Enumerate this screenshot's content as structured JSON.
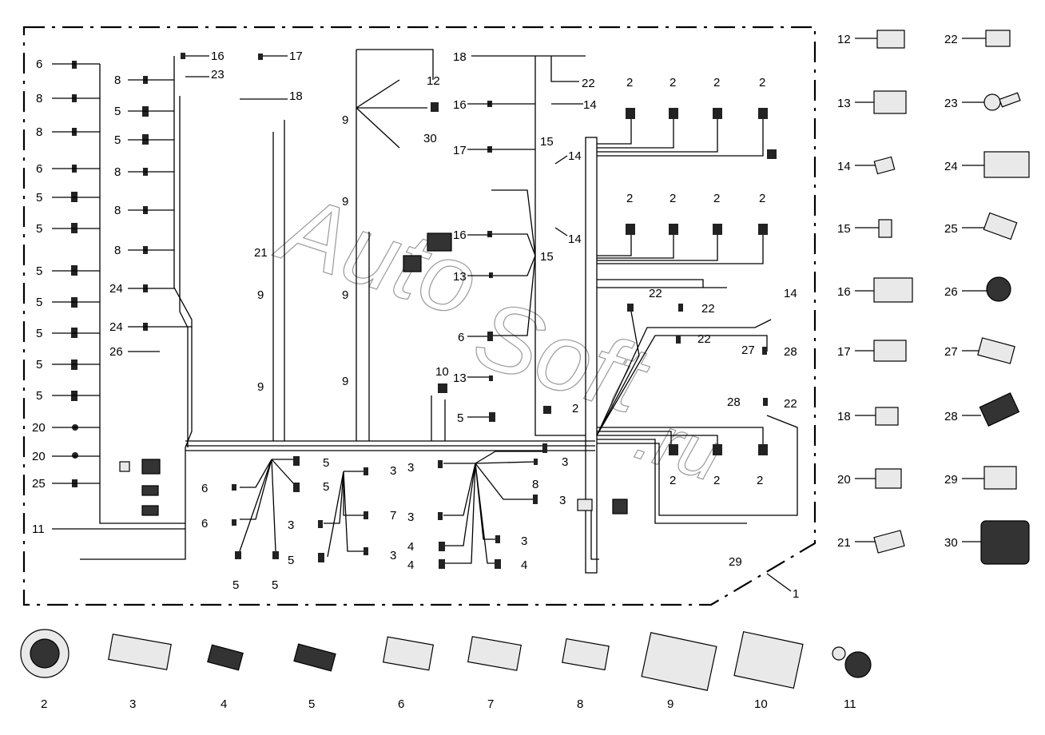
{
  "watermark": {
    "part1": "Auto",
    "part2": "Soft",
    "part3": ".ru"
  },
  "assembly_label": "1",
  "callouts": {
    "left_column": [
      "6",
      "8",
      "8",
      "6",
      "5",
      "5",
      "5",
      "5",
      "5",
      "5",
      "5",
      "20",
      "20",
      "25",
      "11"
    ],
    "inner_left": [
      "8",
      "5",
      "5",
      "8",
      "8",
      "8",
      "24",
      "24",
      "26"
    ],
    "top": [
      "16",
      "23",
      "17",
      "18",
      "12",
      "30",
      "18",
      "22",
      "16",
      "14",
      "17",
      "15",
      "14",
      "16",
      "14",
      "15",
      "13"
    ],
    "nine": [
      "9",
      "9",
      "9",
      "9",
      "9",
      "9"
    ],
    "center": [
      "21",
      "6",
      "10",
      "13",
      "5",
      "2"
    ],
    "right_top": [
      "2",
      "2",
      "2",
      "2",
      "2",
      "2",
      "2",
      "2"
    ],
    "right_mid": [
      "22",
      "22",
      "14",
      "22",
      "27",
      "28",
      "28",
      "22"
    ],
    "right_bottom": [
      "2",
      "2",
      "2",
      "29"
    ],
    "bottom_left": [
      "5",
      "5",
      "6",
      "6",
      "5",
      "5"
    ],
    "bottom_mid": [
      "3",
      "7",
      "3",
      "3",
      "5"
    ],
    "bottom_center": [
      "3",
      "3",
      "8",
      "3",
      "3",
      "3",
      "4",
      "4",
      "4"
    ]
  },
  "parts_right": [
    {
      "num": "12"
    },
    {
      "num": "13"
    },
    {
      "num": "14"
    },
    {
      "num": "15"
    },
    {
      "num": "16"
    },
    {
      "num": "17"
    },
    {
      "num": "18"
    },
    {
      "num": "20"
    },
    {
      "num": "21"
    },
    {
      "num": "22"
    },
    {
      "num": "23"
    },
    {
      "num": "24"
    },
    {
      "num": "25"
    },
    {
      "num": "26"
    },
    {
      "num": "27"
    },
    {
      "num": "28"
    },
    {
      "num": "29"
    },
    {
      "num": "30"
    }
  ],
  "parts_bottom": [
    {
      "num": "2"
    },
    {
      "num": "3"
    },
    {
      "num": "4"
    },
    {
      "num": "5"
    },
    {
      "num": "6"
    },
    {
      "num": "7"
    },
    {
      "num": "8"
    },
    {
      "num": "9"
    },
    {
      "num": "10"
    },
    {
      "num": "11"
    }
  ]
}
